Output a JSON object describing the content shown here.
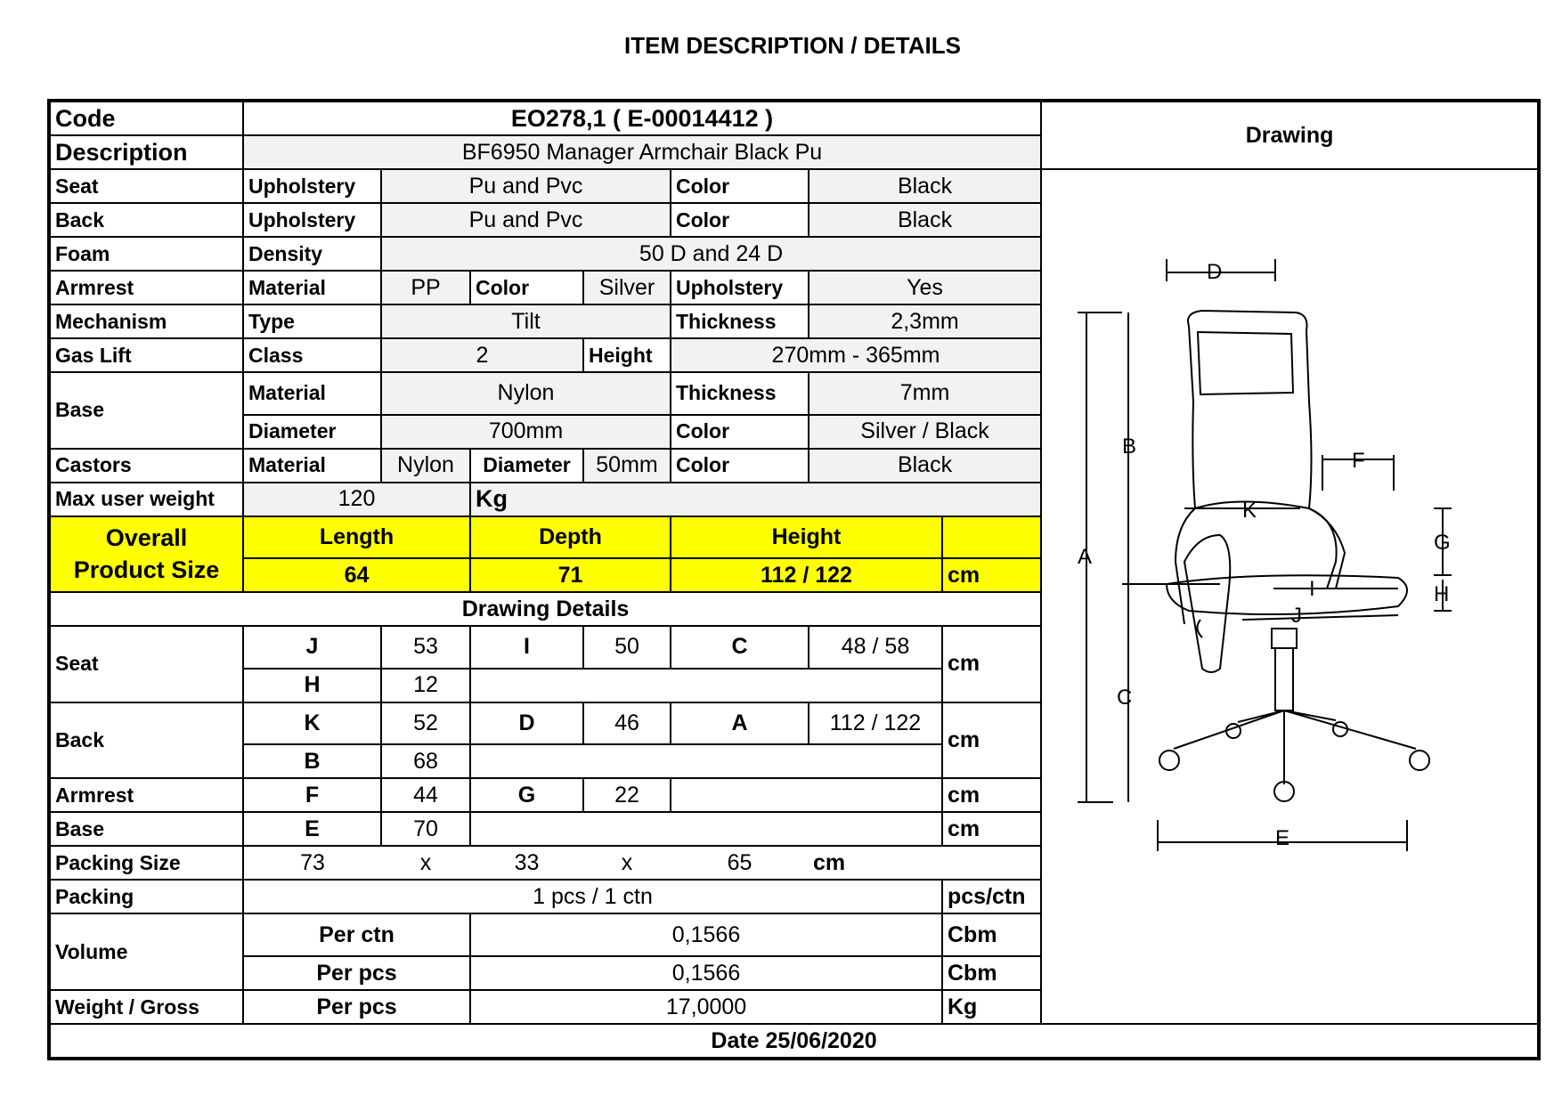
{
  "title": "ITEM DESCRIPTION / DETAILS",
  "code": {
    "label": "Code",
    "value": "EO278,1 ( E-00014412 )"
  },
  "description": {
    "label": "Description",
    "value": "BF6950 Manager Armchair Black Pu"
  },
  "drawing_header": "Drawing",
  "seat": {
    "label": "Seat",
    "k1": "Upholstery",
    "v1": "Pu and Pvc",
    "k2": "Color",
    "v2": "Black"
  },
  "back": {
    "label": "Back",
    "k1": "Upholstery",
    "v1": "Pu and Pvc",
    "k2": "Color",
    "v2": "Black"
  },
  "foam": {
    "label": "Foam",
    "k1": "Density",
    "v1": "50 D and 24 D"
  },
  "armrest": {
    "label": "Armrest",
    "k1": "Material",
    "v1": "PP",
    "k2": "Color",
    "v2": "Silver",
    "k3": "Upholstery",
    "v3": "Yes"
  },
  "mechanism": {
    "label": "Mechanism",
    "k1": "Type",
    "v1": "Tilt",
    "k2": "Thickness",
    "v2": "2,3mm"
  },
  "gaslift": {
    "label": "Gas Lift",
    "k1": "Class",
    "v1": "2",
    "k2": "Height",
    "v2": "270mm - 365mm"
  },
  "base": {
    "label": "Base",
    "k1": "Material",
    "v1": "Nylon",
    "k2": "Thickness",
    "v2": "7mm",
    "k3": "Diameter",
    "v3": "700mm",
    "k4": "Color",
    "v4": "Silver / Black"
  },
  "castors": {
    "label": "Castors",
    "k1": "Material",
    "v1": "Nylon",
    "k2": "Diameter",
    "v2": "50mm",
    "k3": "Color",
    "v3": "Black"
  },
  "maxweight": {
    "label": "Max user weight",
    "value": "120",
    "unit": "Kg"
  },
  "overall": {
    "label_line1": "Overall",
    "label_line2": "Product Size",
    "length_label": "Length",
    "depth_label": "Depth",
    "height_label": "Height",
    "length": "64",
    "depth": "71",
    "height": "112 / 122",
    "unit": "cm"
  },
  "drawing_details_header": "Drawing Details",
  "dd_seat": {
    "label": "Seat",
    "r1": [
      "J",
      "53",
      "I",
      "50",
      "C",
      "48 / 58"
    ],
    "r2": [
      "H",
      "12"
    ],
    "unit": "cm"
  },
  "dd_back": {
    "label": "Back",
    "r1": [
      "K",
      "52",
      "D",
      "46",
      "A",
      "112 / 122"
    ],
    "r2": [
      "B",
      "68"
    ],
    "unit": "cm"
  },
  "dd_armrest": {
    "label": "Armrest",
    "r1": [
      "F",
      "44",
      "G",
      "22"
    ],
    "unit": "cm"
  },
  "dd_base": {
    "label": "Base",
    "r1": [
      "E",
      "70"
    ],
    "unit": "cm"
  },
  "packing_size": {
    "label": "Packing Size",
    "l": "73",
    "x1": "x",
    "w": "33",
    "x2": "x",
    "h": "65",
    "unit": "cm"
  },
  "packing": {
    "label": "Packing",
    "value": "1 pcs / 1 ctn",
    "unit": "pcs/ctn"
  },
  "volume": {
    "label": "Volume",
    "k1": "Per ctn",
    "v1": "0,1566",
    "u1": "Cbm",
    "k2": "Per pcs",
    "v2": "0,1566",
    "u2": "Cbm"
  },
  "weight": {
    "label": "Weight / Gross",
    "k1": "Per pcs",
    "v1": "17,0000",
    "u1": "Kg"
  },
  "date": "Date 25/06/2020",
  "drawing_labels": {
    "A": "A",
    "B": "B",
    "C": "C",
    "D": "D",
    "E": "E",
    "F": "F",
    "G": "G",
    "H": "H",
    "I": "I",
    "J": "J",
    "K": "K"
  }
}
